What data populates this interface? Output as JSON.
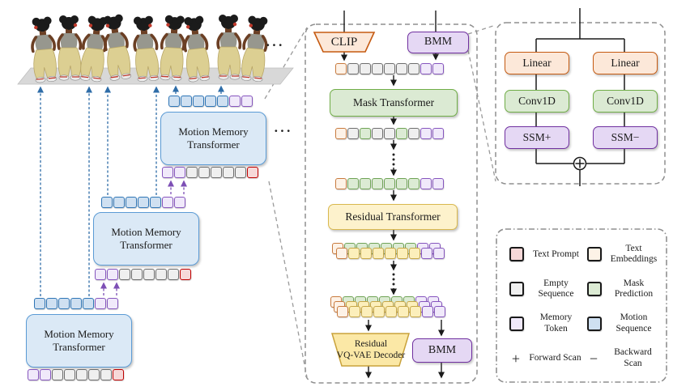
{
  "colors": {
    "panel-border": "#8f8f8f",
    "block-blue-fill": "#dbe9f6",
    "block-blue-stroke": "#5b9bd5",
    "box-orange-fill": "#fce8d9",
    "box-orange-stroke": "#c55a11",
    "box-purple-fill": "#e5d8f4",
    "box-purple-stroke": "#7030a0",
    "box-green-fill": "#dbead3",
    "box-green-stroke": "#70ad47",
    "box-yellow-fill": "#fdf2cc",
    "box-yellow-stroke": "#d9b84e",
    "motion-blue-fill": "#cfe0f1",
    "motion-blue-stroke": "#2e75b6",
    "memory-purple-fill": "#f0e9fa",
    "memory-purple-stroke": "#8655be",
    "empty-gray-fill": "#efefef",
    "empty-gray-stroke": "#6e6e6e",
    "prompt-red-fill": "#f6d8d8",
    "prompt-red-stroke": "#c00000",
    "embed-orange-fill": "#fdf2e7",
    "embed-orange-stroke": "#c87a3e",
    "mask-green-fill": "#dcebd4",
    "mask-green-stroke": "#6fa356",
    "residual-yellow-fill": "#fcefbb",
    "residual-yellow-stroke": "#c6a646",
    "motion-arrow": "#2f6da8",
    "memory-arrow": "#7d4fb5",
    "black-arrow": "#1a1a1a"
  },
  "left": {
    "block_label": "Motion Memory Transformer",
    "ellipsis_top": "···",
    "ellipsis_mid": "···",
    "output_tokens": [
      "blue",
      "blue",
      "blue",
      "blue",
      "blue",
      "purple",
      "purple"
    ],
    "input_tokens": [
      "purple",
      "purple",
      "gray",
      "gray",
      "gray",
      "gray",
      "gray",
      "red"
    ]
  },
  "middle": {
    "clip_label": "CLIP",
    "bmm_label": "BMM",
    "mask_transformer_label": "Mask Transformer",
    "residual_transformer_label": "Residual Transformer",
    "decoder_line1": "Residual",
    "decoder_line2": "VQ-VAE Decoder",
    "bmm_bottom_label": "BMM",
    "row1": [
      "orange",
      "gray",
      "gray",
      "gray",
      "gray",
      "gray",
      "gray",
      "purple",
      "purple"
    ],
    "row2": [
      "orange",
      "gray",
      "green",
      "gray",
      "gray",
      "green",
      "gray",
      "purple",
      "purple"
    ],
    "row3": [
      "orange",
      "green",
      "green",
      "green",
      "green",
      "green",
      "green",
      "purple",
      "purple"
    ],
    "stack1_back": [
      "orange",
      "green",
      "green",
      "green",
      "green",
      "green",
      "green",
      "purple",
      "purple"
    ],
    "stack1_front": [
      "orange",
      "yellow",
      "yellow",
      "yellow",
      "yellow",
      "yellow",
      "yellow",
      "purple",
      "purple"
    ],
    "stack2_back": [
      "orange",
      "green",
      "green",
      "green",
      "green",
      "green",
      "green",
      "purple",
      "purple"
    ],
    "stack2_mid": [
      "orange",
      "yellow",
      "yellow",
      "yellow",
      "yellow",
      "yellow",
      "yellow",
      "purple",
      "purple"
    ],
    "stack2_front": [
      "orange",
      "yellow",
      "yellow",
      "yellow",
      "yellow",
      "yellow",
      "yellow",
      "purple",
      "purple"
    ]
  },
  "right": {
    "linear_left": "Linear",
    "linear_right": "Linear",
    "conv_left": "Conv1D",
    "conv_right": "Conv1D",
    "ssm_forward": "SSM+",
    "ssm_backward": "SSM−"
  },
  "legend": {
    "items": [
      {
        "label": "Text Prompt"
      },
      {
        "label": "Text Embeddings"
      },
      {
        "label": "Empty Sequence"
      },
      {
        "label": "Mask Prediction"
      },
      {
        "label": "Memory Token"
      },
      {
        "label": "Motion Sequence"
      },
      {
        "label": "Forward Scan",
        "symbol": "+"
      },
      {
        "label": "Backward Scan",
        "symbol": "−"
      }
    ]
  }
}
